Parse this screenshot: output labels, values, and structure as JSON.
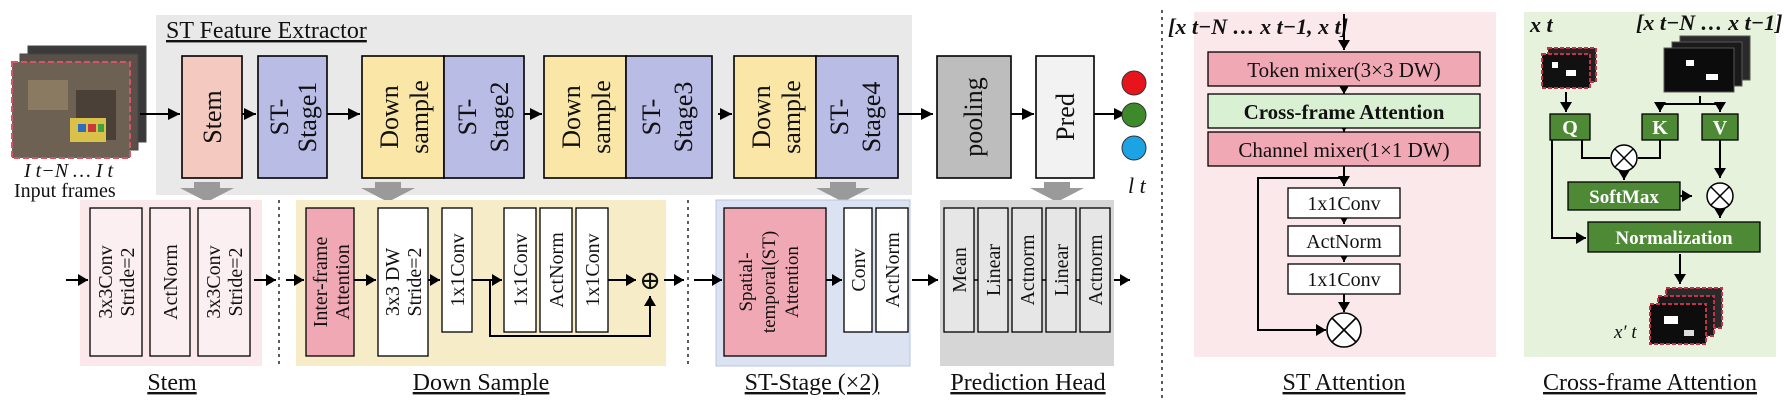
{
  "colors": {
    "stem": "#f4c9bf",
    "stage": "#b9bde6",
    "downsample": "#fae6a6",
    "gray_box": "#bdbdbd",
    "pred": "#f2f2f2",
    "pink": "#f0a8b4",
    "light_green": "#d9f0d3",
    "dark_green": "#4e8a35",
    "panel_gray": "#e9e9e9",
    "panel_pink": "#fbe8ea",
    "panel_yellow": "#f7ecc8",
    "panel_blue": "#dbe2f1",
    "panel_green": "#e6f2dc",
    "red_dot": "#e8141b",
    "green_dot": "#3d8a2a",
    "blue_dot": "#1ca3e3"
  },
  "top": {
    "extractor_title": "ST Feature Extractor",
    "input_frames_math": "I t−N … I t",
    "input_frames_label": "Input frames",
    "output_label": "l t",
    "blocks": {
      "stem": "Stem",
      "stage1_a": "ST-",
      "stage1_b": "Stage1",
      "down1_a": "Down",
      "down1_b": "sample",
      "stage2_a": "ST-",
      "stage2_b": "Stage2",
      "down2_a": "Down",
      "down2_b": "sample",
      "stage3_a": "ST-",
      "stage3_b": "Stage3",
      "down3_a": "Down",
      "down3_b": "sample",
      "stage4_a": "ST-",
      "stage4_b": "Stage4",
      "pooling": "pooling",
      "pred": "Pred"
    }
  },
  "stem_detail": {
    "title": "Stem",
    "conv1_a": "3x3Conv",
    "conv1_b": "Stride=2",
    "actnorm": "ActNorm",
    "conv2_a": "3x3Conv",
    "conv2_b": "Stride=2"
  },
  "down_detail": {
    "title": "Down Sample",
    "inter_a": "Inter-frame",
    "inter_b": "Attention",
    "dw_a": "3x3 DW",
    "dw_b": "Stride=2",
    "c1": "1x1Conv",
    "c2": "1x1Conv",
    "actnorm": "ActNorm",
    "c3": "1x1Conv",
    "plus": "⊕"
  },
  "stage_detail": {
    "title": "ST-Stage (×2)",
    "sp_a": "Spatial-",
    "sp_b": "temporal(ST)",
    "sp_c": "Attention",
    "conv": "Conv",
    "actnorm": "ActNorm"
  },
  "pred_detail": {
    "title": "Prediction Head",
    "items": [
      "Mean",
      "Linear",
      "Actnorm",
      "Linear",
      "Actnorm"
    ]
  },
  "st_attention": {
    "title": "ST Attention",
    "input_math": "[x t−N … x t−1, x t]",
    "token_mixer": "Token mixer(3×3 DW)",
    "cross_frame": "Cross-frame Attention",
    "channel_mixer": "Channel mixer(1×1 DW)",
    "conv_a": "1x1Conv",
    "actnorm": "ActNorm",
    "conv_b": "1x1Conv",
    "mult": "⊗"
  },
  "cross_frame": {
    "title": "Cross-frame Attention",
    "xt": "x t",
    "xseq": "[x t−N … x t−1]",
    "q": "Q",
    "k": "K",
    "v": "V",
    "softmax": "SoftMax",
    "normalization": "Normalization",
    "xprime": "x′ t",
    "mult": "⊗"
  }
}
